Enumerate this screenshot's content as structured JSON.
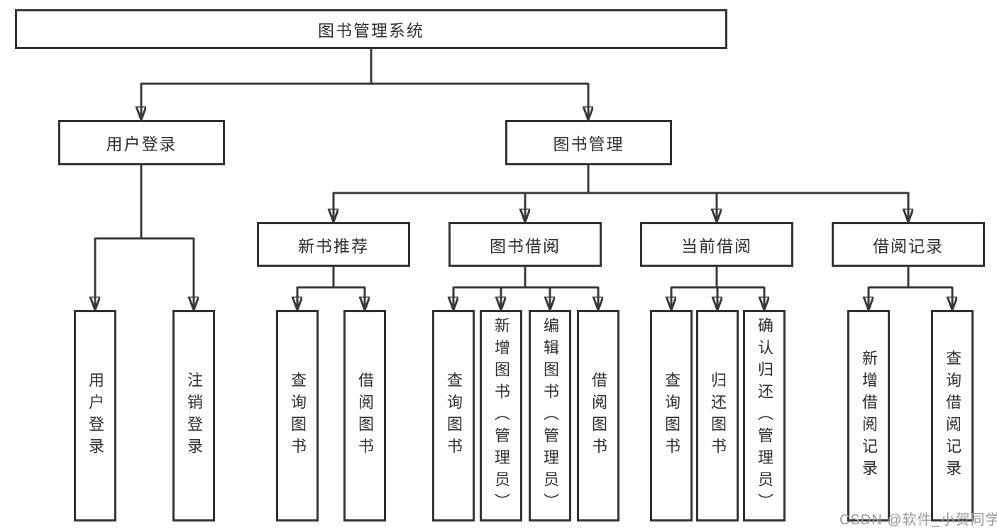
{
  "tree": {
    "root": {
      "label": "图书管理系统",
      "children": [
        {
          "label": "用户登录",
          "children": [
            {
              "label": "用户登录"
            },
            {
              "label": "注销登录"
            }
          ]
        },
        {
          "label": "图书管理",
          "children": [
            {
              "label": "新书推荐",
              "children": [
                {
                  "label": "查询图书"
                },
                {
                  "label": "借阅图书"
                }
              ]
            },
            {
              "label": "图书借阅",
              "children": [
                {
                  "label": "查询图书"
                },
                {
                  "label": "新增图书（管理员）"
                },
                {
                  "label": "编辑图书（管理员）"
                },
                {
                  "label": "借阅图书"
                }
              ]
            },
            {
              "label": "当前借阅",
              "children": [
                {
                  "label": "查询图书"
                },
                {
                  "label": "归还图书"
                },
                {
                  "label": "确认归还（管理员）"
                }
              ]
            },
            {
              "label": "借阅记录",
              "children": [
                {
                  "label": "新增借阅记录"
                },
                {
                  "label": "查询借阅记录"
                }
              ]
            }
          ]
        }
      ]
    }
  },
  "watermark": {
    "text": "CSDN @软件_小贺同学"
  },
  "colors": {
    "line": "#383838",
    "box_border": "#333333",
    "text": "#2e2e2e",
    "background": "#ffffff",
    "watermark": "#9a9a9a"
  }
}
